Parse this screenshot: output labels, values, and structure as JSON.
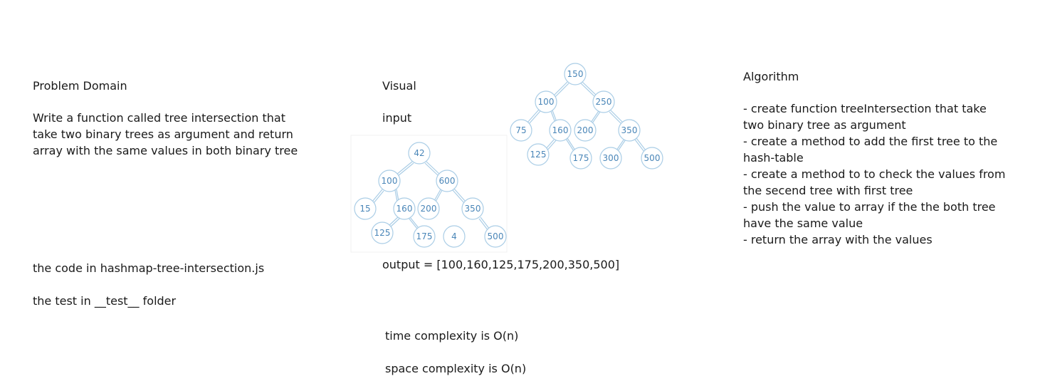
{
  "left": {
    "heading": "Problem Domain",
    "description_lines": [
      "Write a function called tree intersection that",
      "take two binary trees as argument and return",
      "array with the same values in both binary tree"
    ],
    "code_note": "the code in hashmap-tree-intersection.js",
    "test_note": "the test in __test__ folder"
  },
  "middle": {
    "heading": "Visual",
    "input_label": "input",
    "output_label": "output = [100,160,125,175,200,350,500]",
    "time_complexity": "time complexity is O(n)",
    "space_complexity": "space complexity  is O(n)"
  },
  "right": {
    "heading": "Algorithm",
    "steps": [
      "- create function treeIntersection that take",
      "two binary tree as argument",
      "- create a method to add the first tree to the",
      "hash-table",
      "- create a method to to check the values from",
      "the secend tree with first tree",
      "- push the value to array if the the both tree",
      "have the same value",
      "- return the array with the values"
    ]
  },
  "tree_one": {
    "nodes": [
      "42",
      "100",
      "600",
      "15",
      "160",
      "200",
      "350",
      "125",
      "175",
      "4",
      "500"
    ]
  },
  "tree_two": {
    "nodes": [
      "150",
      "100",
      "250",
      "75",
      "160",
      "200",
      "350",
      "125",
      "175",
      "300",
      "500"
    ]
  },
  "colors": {
    "node_stroke": "#aacde6",
    "node_text": "#4a86b8"
  }
}
